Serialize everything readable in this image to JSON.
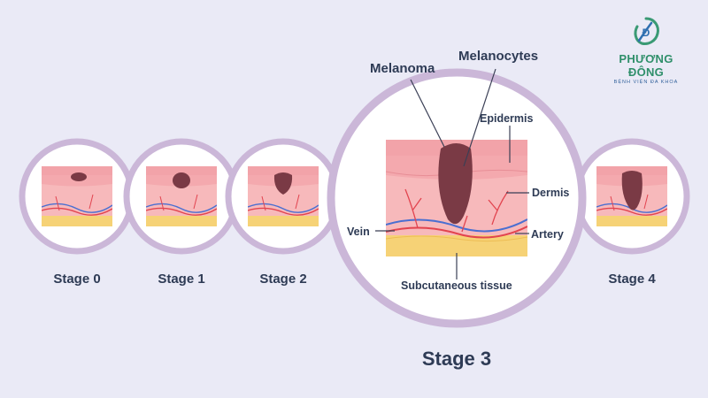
{
  "stages": [
    {
      "key": "stage0",
      "label": "Stage 0"
    },
    {
      "key": "stage1",
      "label": "Stage 1"
    },
    {
      "key": "stage2",
      "label": "Stage 2"
    },
    {
      "key": "stage3",
      "label": "Stage 3"
    },
    {
      "key": "stage4",
      "label": "Stage 4"
    }
  ],
  "callouts": {
    "melanoma": "Melanoma",
    "melanocytes": "Melanocytes",
    "epidermis": "Epidermis",
    "dermis": "Dermis",
    "vein": "Vein",
    "artery": "Artery",
    "subcutaneous": "Subcutaneous tissue"
  },
  "logo": {
    "brand": "PHƯƠNG ĐÔNG",
    "subtitle": "BỆNH VIỆN ĐA KHOA",
    "emblem_letter": "Đ"
  },
  "colors": {
    "background": "#eaeaf6",
    "ring": "#cbb7d8",
    "skin_top": "#f4a9ae",
    "skin_mid": "#f7b9bb",
    "fat": "#f6d276",
    "tumor": "#7a3a45",
    "vein": "#4a6fd1",
    "artery": "#e2444f"
  }
}
